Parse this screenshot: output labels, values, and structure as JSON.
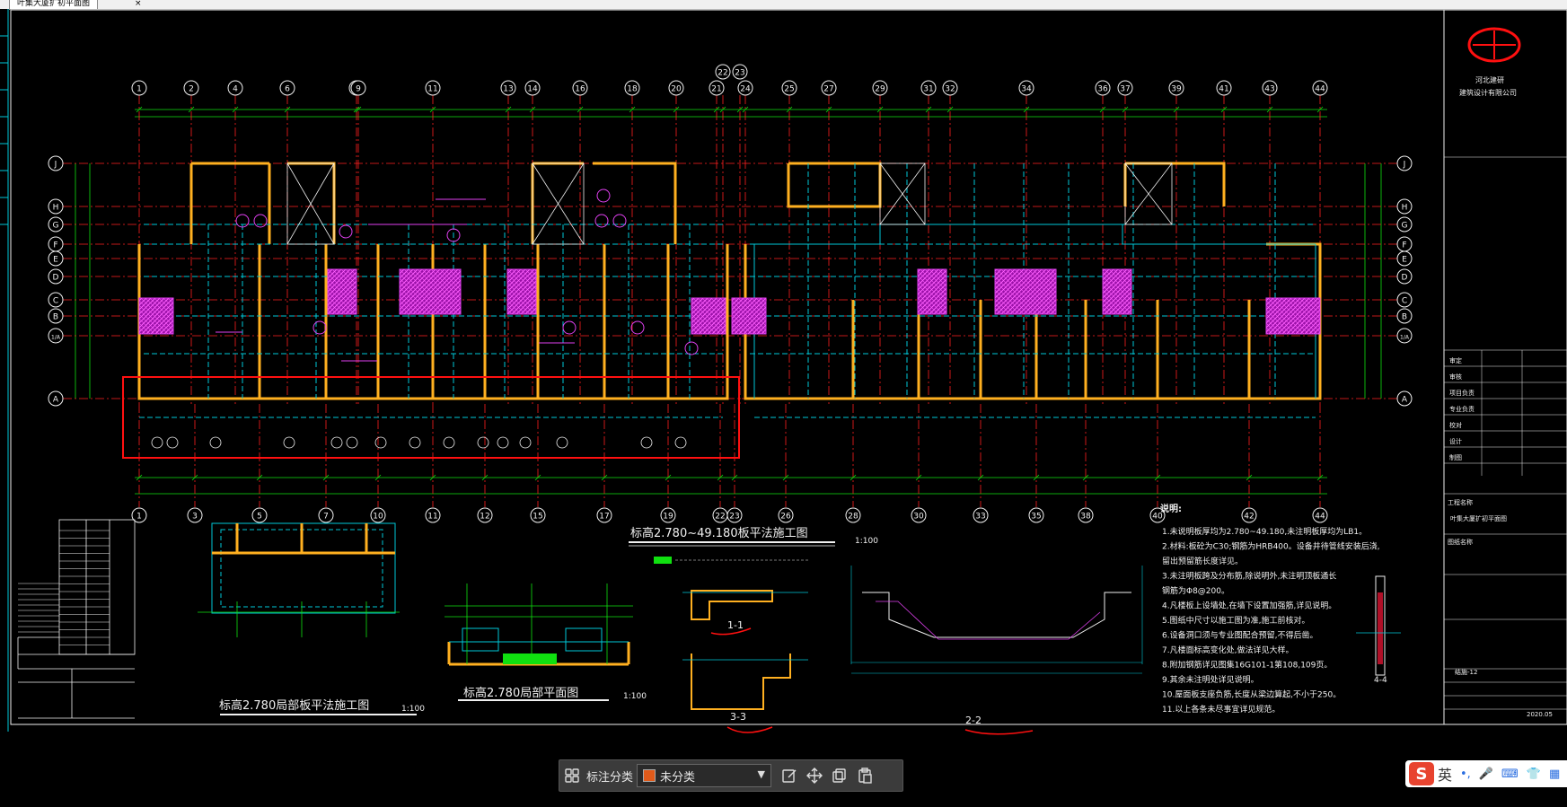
{
  "tab": {
    "title": "叶集大厦扩初平面图",
    "close": "×"
  },
  "colors": {
    "grid_red": "#ff2020",
    "grid_green": "#10e010",
    "wall_yellow": "#ffb020",
    "cyan": "#00c8d8",
    "magenta": "#e040f0",
    "highlight_red": "#ff1010"
  },
  "axes_top": [
    "1",
    "2",
    "4",
    "6",
    "8",
    "9",
    "11",
    "13",
    "14",
    "16",
    "18",
    "20",
    "21",
    "22",
    "23",
    "24",
    "25",
    "27",
    "29",
    "31",
    "32",
    "34",
    "36",
    "37",
    "39",
    "41",
    "43",
    "44"
  ],
  "axes_bottom": [
    "1",
    "3",
    "5",
    "7",
    "10",
    "11",
    "12",
    "15",
    "17",
    "19",
    "22",
    "23",
    "26",
    "28",
    "30",
    "33",
    "35",
    "38",
    "40",
    "42",
    "44"
  ],
  "axes_left": [
    "J",
    "H",
    "G",
    "F",
    "E",
    "D",
    "C",
    "B",
    "1/A",
    "A"
  ],
  "titles": {
    "plan_main": "标高2.780~49.180板平法施工图",
    "plan_partial": "标高2.780局部板平法施工图",
    "plan_partial2": "标高2.780局部平面图",
    "scale": "1:100",
    "section_1": "1-1",
    "section_2": "2-2",
    "section_3": "3-3",
    "section_4": "4-4",
    "dim_scale": "1:100"
  },
  "notes": {
    "heading": "说明:",
    "lines": [
      "1.未说明板厚均为2.780~49.180,未注明板厚均为LB1。",
      "2.材料:板砼为C30;钢筋为HRB400。设备井待管线安装后浇,",
      "   留出预留筋长度详见。",
      "3.未注明板跨及分布筋,除说明外,未注明顶板通长",
      "   钢筋为Φ8@200。",
      "4.凡楼板上设墙处,在墙下设置加强筋,详见说明。",
      "5.图纸中尺寸以施工图为准,施工前核对。",
      "6.设备洞口须与专业图配合预留,不得后凿。",
      "7.凡楼面标高变化处,做法详见大样。",
      "8.附加钢筋详见图集16G101-1第108,109页。",
      "9.其余未注明处详见说明。",
      "10.屋面板支座负筋,长度从梁边算起,不小于250。",
      "11.以上各条未尽事宜详见规范。"
    ]
  },
  "title_block": {
    "company": "河北建研",
    "company2": "建筑设计有限公司",
    "project_label": "工程名称",
    "project": "叶集大厦扩初平面图",
    "drawing_label": "图纸名称",
    "rows": [
      "审定",
      "审核",
      "项目负责",
      "专业负责",
      "校对",
      "设计",
      "制图"
    ],
    "drawing_no": "结施-12",
    "date": "2020.05"
  },
  "toolbar": {
    "label": "标注分类",
    "select_value": "未分类",
    "swatch_color": "#e05a1a",
    "icons": [
      "grid-icon",
      "edit-icon",
      "move-icon",
      "copy-icon",
      "paste-icon"
    ]
  },
  "ime": {
    "logo": "S",
    "lang": "英"
  }
}
